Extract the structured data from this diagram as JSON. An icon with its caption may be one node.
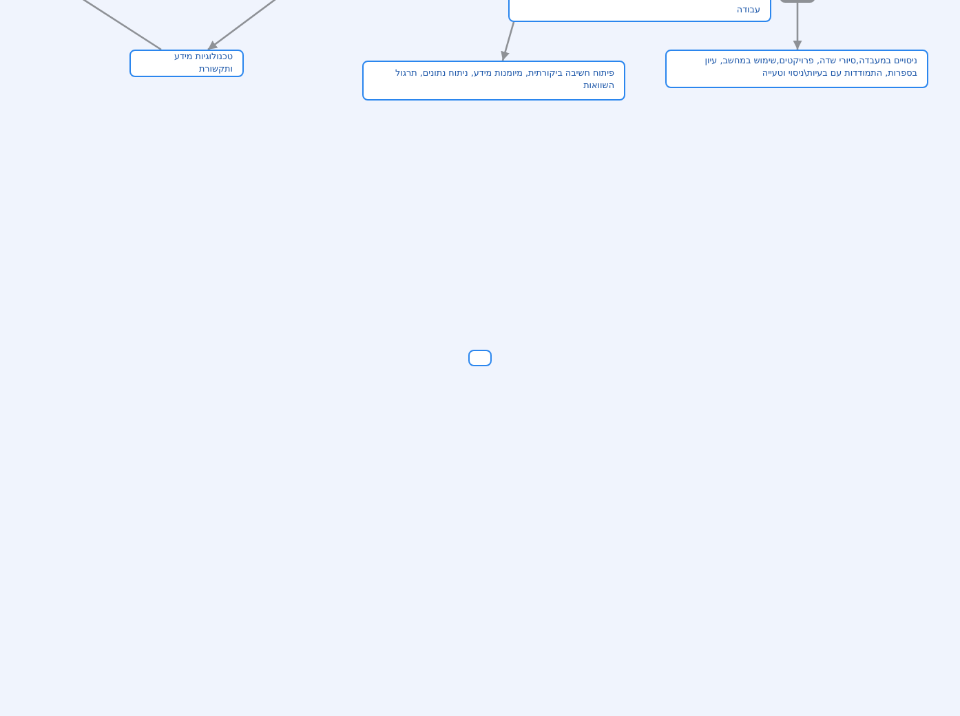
{
  "diagram": {
    "nodes": [
      {
        "text": [
          "עבודה"
        ]
      },
      {
        "text": [],
        "shape": "box"
      },
      {
        "text": [
          "טכנולוגיות מידע ותקשורת"
        ]
      },
      {
        "text": [
          "פיתוח חשיבה ביקורתית, מיומנות מידע, ניתוח נתונים, תרגול השוואות"
        ]
      },
      {
        "text": [
          "ניסויים במעבדה,סיורי שדה, פרויקטים,שימוש במחשב, עיון בספרות, התמודדות עם בעיות\\ניסוי וטעייה"
        ]
      },
      {
        "text": [],
        "shape": "box"
      }
    ],
    "edges": [
      {
        "from": null,
        "to": 2,
        "arrow": "none"
      },
      {
        "from": null,
        "to": 2,
        "arrow": "to"
      },
      {
        "from": 0,
        "to": 3,
        "arrow": "to"
      },
      {
        "from": 1,
        "to": 4,
        "arrow": "to"
      }
    ]
  }
}
